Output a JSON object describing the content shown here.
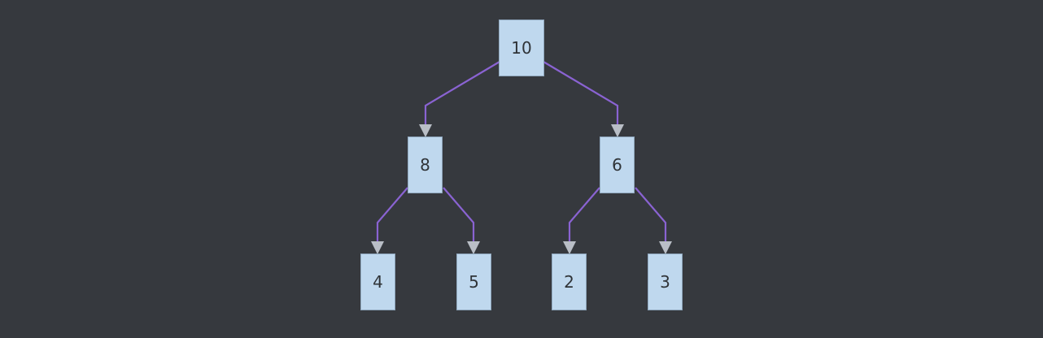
{
  "diagram": {
    "type": "tree",
    "colors": {
      "background": "#36393e",
      "node_fill": "#bfd8ee",
      "node_border": "#8fa7bd",
      "edge": "#8a63d2",
      "arrowhead": "#b9bec6",
      "text": "#2f3337"
    },
    "nodes": [
      {
        "id": "n10",
        "label": "10"
      },
      {
        "id": "n8",
        "label": "8"
      },
      {
        "id": "n6",
        "label": "6"
      },
      {
        "id": "n4",
        "label": "4"
      },
      {
        "id": "n5",
        "label": "5"
      },
      {
        "id": "n2",
        "label": "2"
      },
      {
        "id": "n3",
        "label": "3"
      }
    ],
    "edges": [
      {
        "from": "n10",
        "to": "n8"
      },
      {
        "from": "n10",
        "to": "n6"
      },
      {
        "from": "n8",
        "to": "n4"
      },
      {
        "from": "n8",
        "to": "n5"
      },
      {
        "from": "n6",
        "to": "n2"
      },
      {
        "from": "n6",
        "to": "n3"
      }
    ]
  }
}
